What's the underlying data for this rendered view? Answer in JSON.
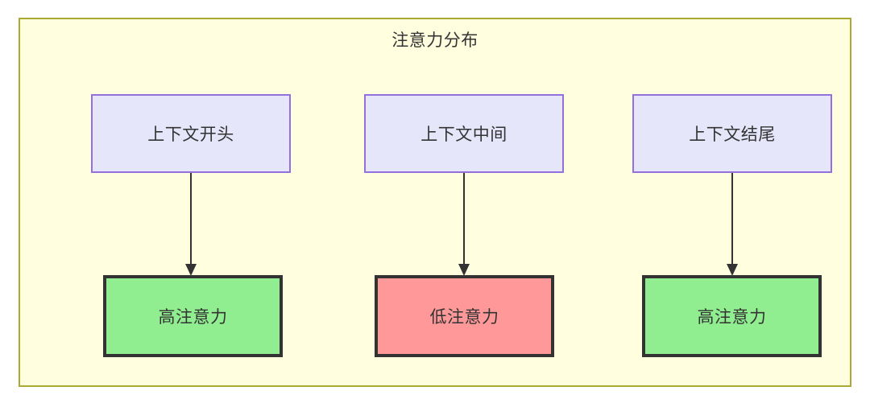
{
  "diagram": {
    "title": "注意力分布",
    "background_color": "#ffffe0",
    "border_color": "#aaaa33",
    "text_color": "#333333",
    "context_nodes": [
      {
        "id": "context-start",
        "label": "上下文开头",
        "fill": "#e6e6fa",
        "stroke": "#9370db"
      },
      {
        "id": "context-middle",
        "label": "上下文中间",
        "fill": "#e6e6fa",
        "stroke": "#9370db"
      },
      {
        "id": "context-end",
        "label": "上下文结尾",
        "fill": "#e6e6fa",
        "stroke": "#9370db"
      }
    ],
    "attention_nodes": [
      {
        "id": "attention-high-start",
        "label": "高注意力",
        "level": "high",
        "fill": "#90ee90",
        "stroke": "#333333"
      },
      {
        "id": "attention-low-middle",
        "label": "低注意力",
        "level": "low",
        "fill": "#ff9999",
        "stroke": "#333333"
      },
      {
        "id": "attention-high-end",
        "label": "高注意力",
        "level": "high",
        "fill": "#90ee90",
        "stroke": "#333333"
      }
    ],
    "edges": [
      {
        "from": "context-start",
        "to": "attention-high-start",
        "label": ""
      },
      {
        "from": "context-middle",
        "to": "attention-low-middle",
        "label": ""
      },
      {
        "from": "context-end",
        "to": "attention-high-end",
        "label": ""
      }
    ]
  }
}
